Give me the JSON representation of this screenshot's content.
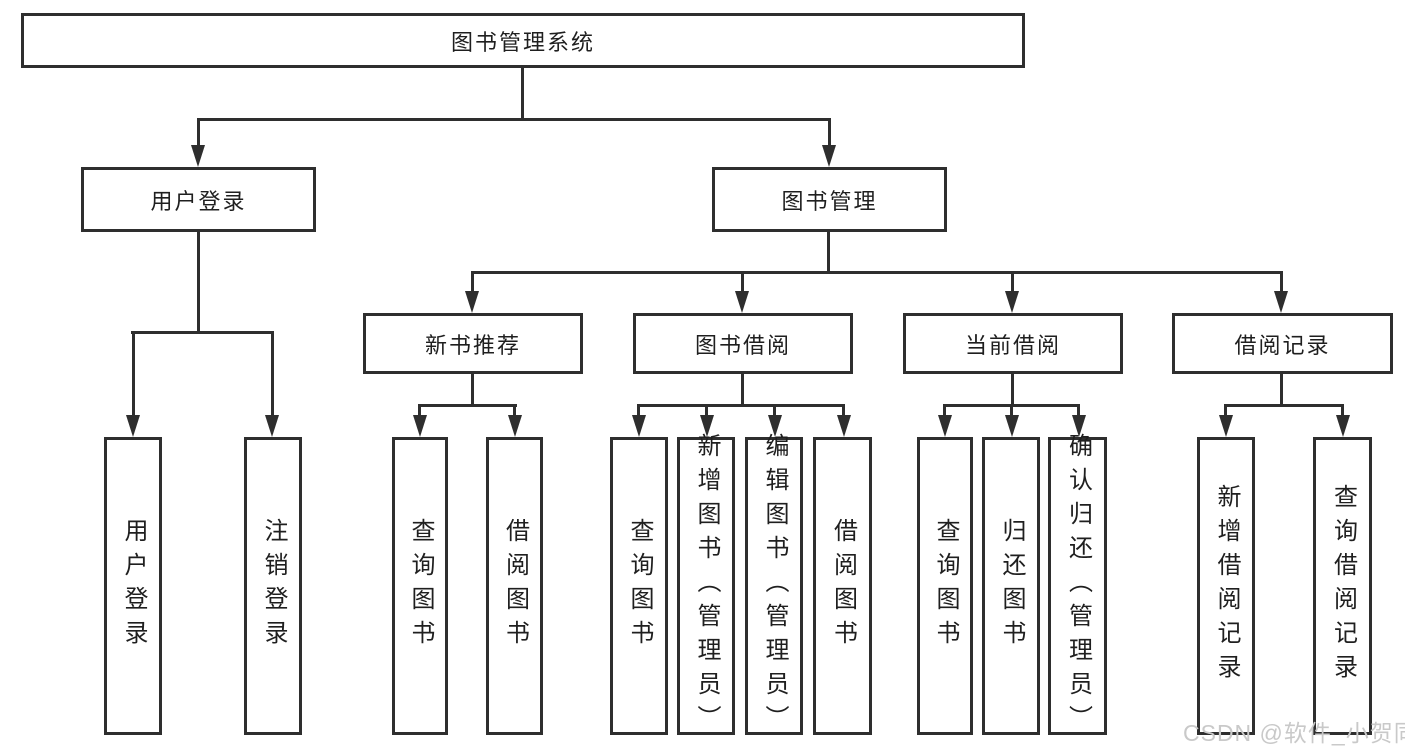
{
  "tree": {
    "label": "图书管理系统",
    "children": [
      {
        "label": "用户登录",
        "children": [
          {
            "label": "用户登录"
          },
          {
            "label": "注销登录"
          }
        ]
      },
      {
        "label": "图书管理",
        "children": [
          {
            "label": "新书推荐",
            "children": [
              {
                "label": "查询图书"
              },
              {
                "label": "借阅图书"
              }
            ]
          },
          {
            "label": "图书借阅",
            "children": [
              {
                "label": "查询图书"
              },
              {
                "label": "新增图书（管理员）"
              },
              {
                "label": "编辑图书（管理员）"
              },
              {
                "label": "借阅图书"
              }
            ]
          },
          {
            "label": "当前借阅",
            "children": [
              {
                "label": "查询图书"
              },
              {
                "label": "归还图书"
              },
              {
                "label": "确认归还（管理员）"
              }
            ]
          },
          {
            "label": "借阅记录",
            "children": [
              {
                "label": "新增借阅记录"
              },
              {
                "label": "查询借阅记录"
              }
            ]
          }
        ]
      }
    ]
  },
  "watermark": "CSDN @软件_小贺同学",
  "colors": {
    "line": "#2e2e2e",
    "text": "#1f1f1f",
    "watermark": "#c9c9c9",
    "background": "#ffffff"
  }
}
